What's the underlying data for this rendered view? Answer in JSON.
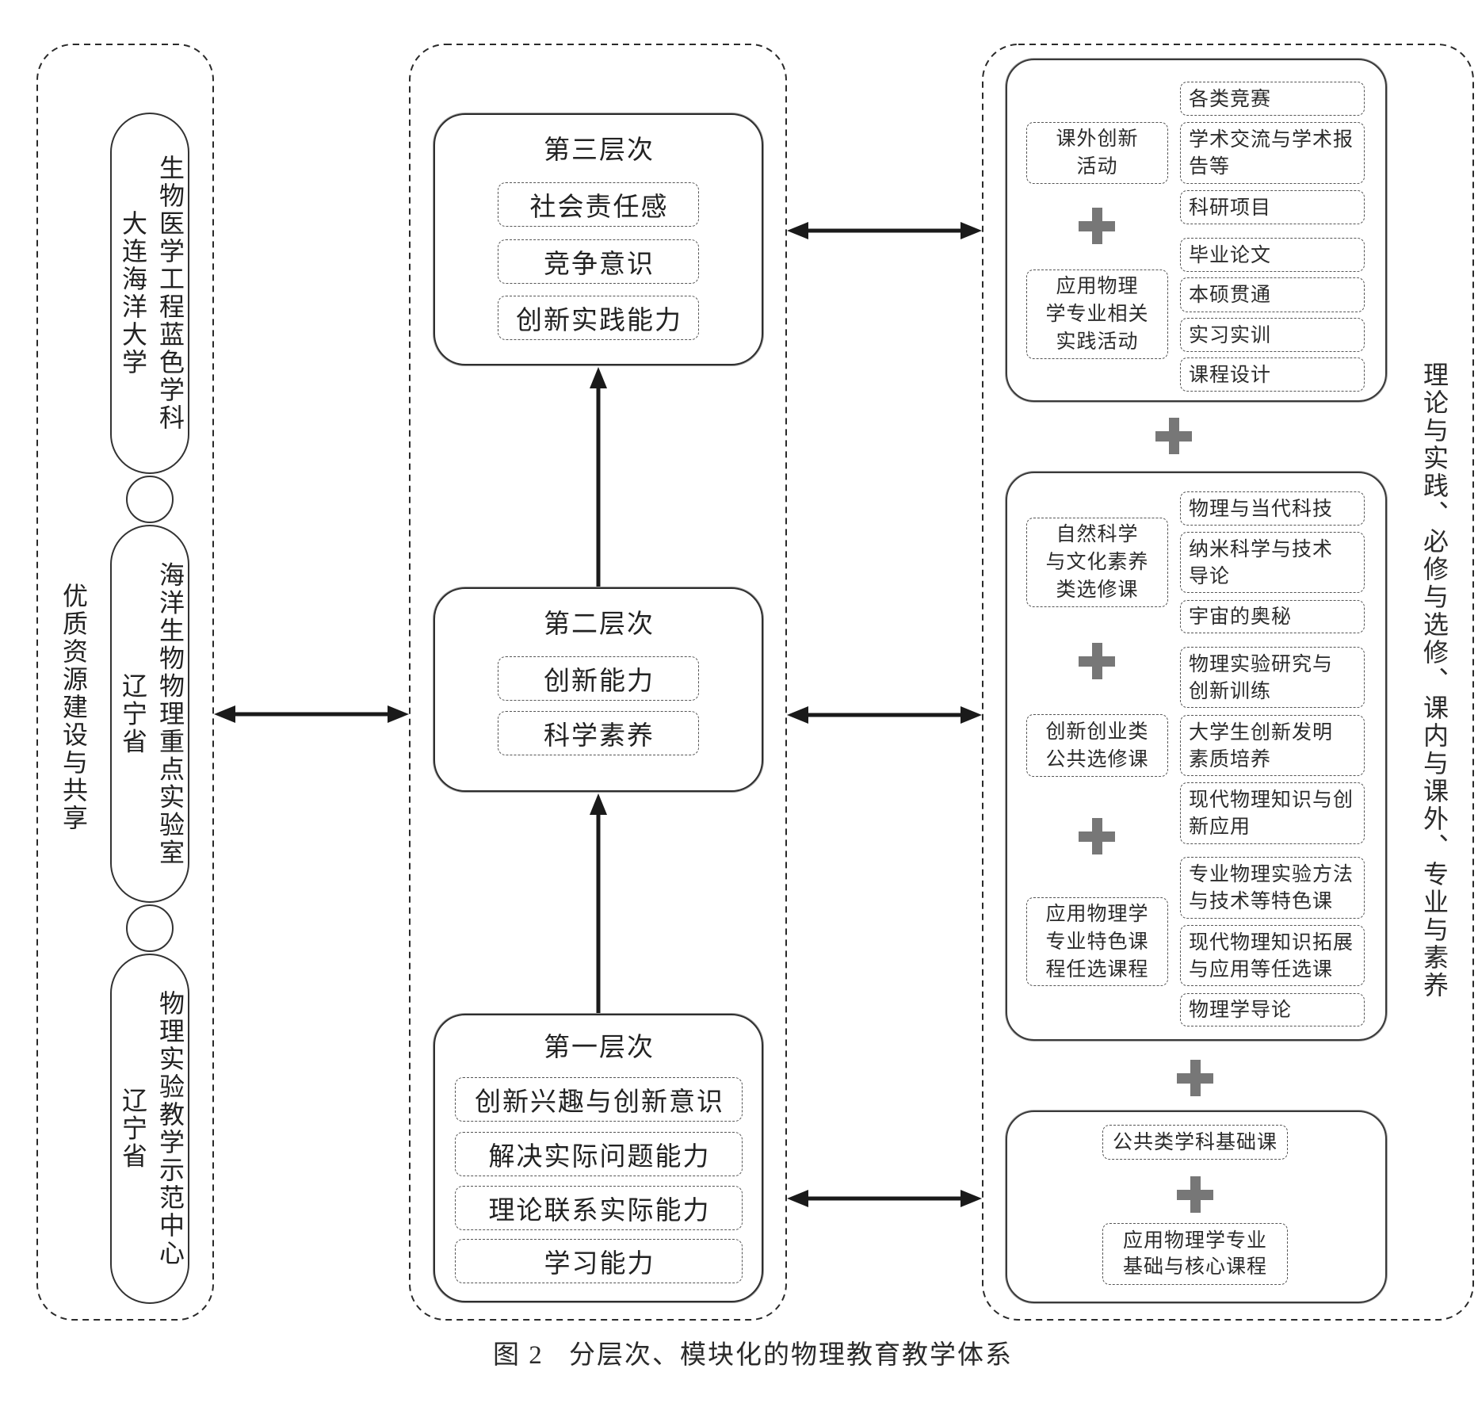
{
  "colors": {
    "ink": "#222222",
    "plus": "#777777"
  },
  "figure": {
    "caption_label": "图 2",
    "caption_title": "分层次、模块化的物理教育教学体系"
  },
  "resources": {
    "title": "优质资源建设与共享",
    "platforms": [
      {
        "name": "生物医学工程蓝色学科",
        "org": "大连海洋大学"
      },
      {
        "name": "海洋生物物理重点实验室",
        "org": "辽宁省"
      },
      {
        "name": "物理实验教学示范中心",
        "org": "辽宁省"
      }
    ]
  },
  "levels": [
    {
      "title": "第三层次",
      "items": [
        "社会责任感",
        "竞争意识",
        "创新实践能力"
      ]
    },
    {
      "title": "第二层次",
      "items": [
        "创新能力",
        "科学素养"
      ]
    },
    {
      "title": "第一层次",
      "items": [
        "创新兴趣与创新意识",
        "解决实际问题能力",
        "理论联系实际能力",
        "学习能力"
      ]
    }
  ],
  "curriculum": {
    "side_label": "理论与实践、必修与选修、课内与课外、专业与素养",
    "blocks": [
      {
        "groups": [
          {
            "label": "课外创新\n活动",
            "items": [
              "各类竞赛",
              "学术交流与学术报\n告等",
              "科研项目"
            ]
          },
          {
            "label": "应用物理\n学专业相关\n实践活动",
            "items": [
              "毕业论文",
              "本硕贯通",
              "实习实训",
              "课程设计"
            ]
          }
        ]
      },
      {
        "groups": [
          {
            "label": "自然科学\n与文化素养\n类选修课",
            "items": [
              "物理与当代科技",
              "纳米科学与技术\n导论",
              "宇宙的奥秘"
            ]
          },
          {
            "label": "创新创业类\n公共选修课",
            "items": [
              "物理实验研究与\n创新训练",
              "大学生创新发明\n素质培养",
              "现代物理知识与创\n新应用"
            ]
          },
          {
            "label": "应用物理学\n专业特色课\n程任选课程",
            "items": [
              "专业物理实验方法\n与技术等特色课",
              "现代物理知识拓展\n与应用等任选课",
              "物理学导论"
            ]
          }
        ]
      },
      {
        "courses": [
          "公共类学科基础课",
          "应用物理学专业\n基础与核心课程"
        ]
      }
    ]
  }
}
